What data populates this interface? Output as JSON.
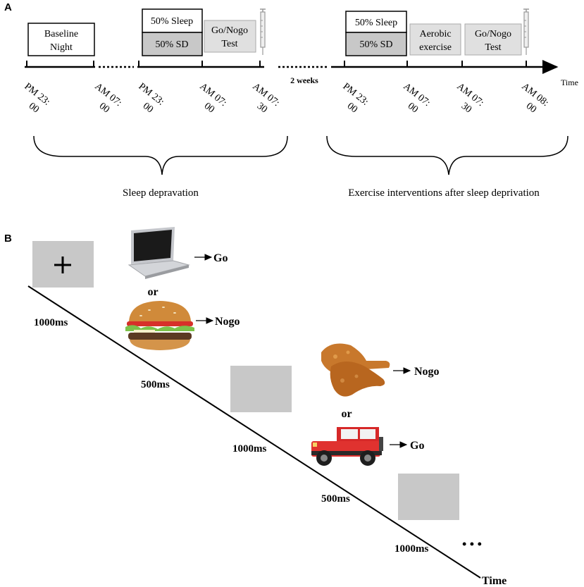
{
  "panel_a": {
    "letter": "A",
    "boxes": {
      "baseline": [
        "Baseline",
        "Night"
      ],
      "sleep_top_1": "50% Sleep",
      "sd_bottom_1": "50%  SD",
      "gonogo_1": [
        "Go/Nogo",
        "Test"
      ],
      "sleep_top_2": "50% Sleep",
      "sd_bottom_2": "50%  SD",
      "aerobic": [
        "Aerobic",
        "exercise"
      ],
      "gonogo_2": [
        "Go/Nogo",
        "Test"
      ]
    },
    "gap_label": "2 weeks",
    "axis_label": "Time",
    "times": [
      [
        "PM 23:",
        "00"
      ],
      [
        "AM 07:",
        "00"
      ],
      [
        "PM 23:",
        "00"
      ],
      [
        "AM 07:",
        "00"
      ],
      [
        "AM 07:",
        "30"
      ],
      [
        "PM 23:",
        "00"
      ],
      [
        "AM 07:",
        "00"
      ],
      [
        "AM 07:",
        "30"
      ],
      [
        "AM 08:",
        "00"
      ]
    ],
    "brace_left_label": "Sleep depravation",
    "brace_right_label": "Exercise interventions after sleep deprivation",
    "colors": {
      "sd_box": "#c8c8c8",
      "test_box": "#e0e0e0",
      "syringe": "#b0b0b0"
    },
    "icons": [
      "syringe-icon",
      "syringe-icon"
    ]
  },
  "panel_b": {
    "letter": "B",
    "fixation_symbol": "+",
    "go_label_1": "Go",
    "or_1": "or",
    "nogo_label_1": "Nogo",
    "nogo_label_2": "Nogo",
    "or_2": "or",
    "go_label_2": "Go",
    "durations": [
      "1000ms",
      "500ms",
      "1000ms",
      "500ms",
      "1000ms"
    ],
    "ellipsis": "• • •",
    "axis_label": "Time",
    "stimuli": [
      "laptop",
      "hamburger",
      "fried-chicken",
      "red-jeep"
    ],
    "colors": {
      "blank_screen": "#c8c8c8"
    }
  }
}
